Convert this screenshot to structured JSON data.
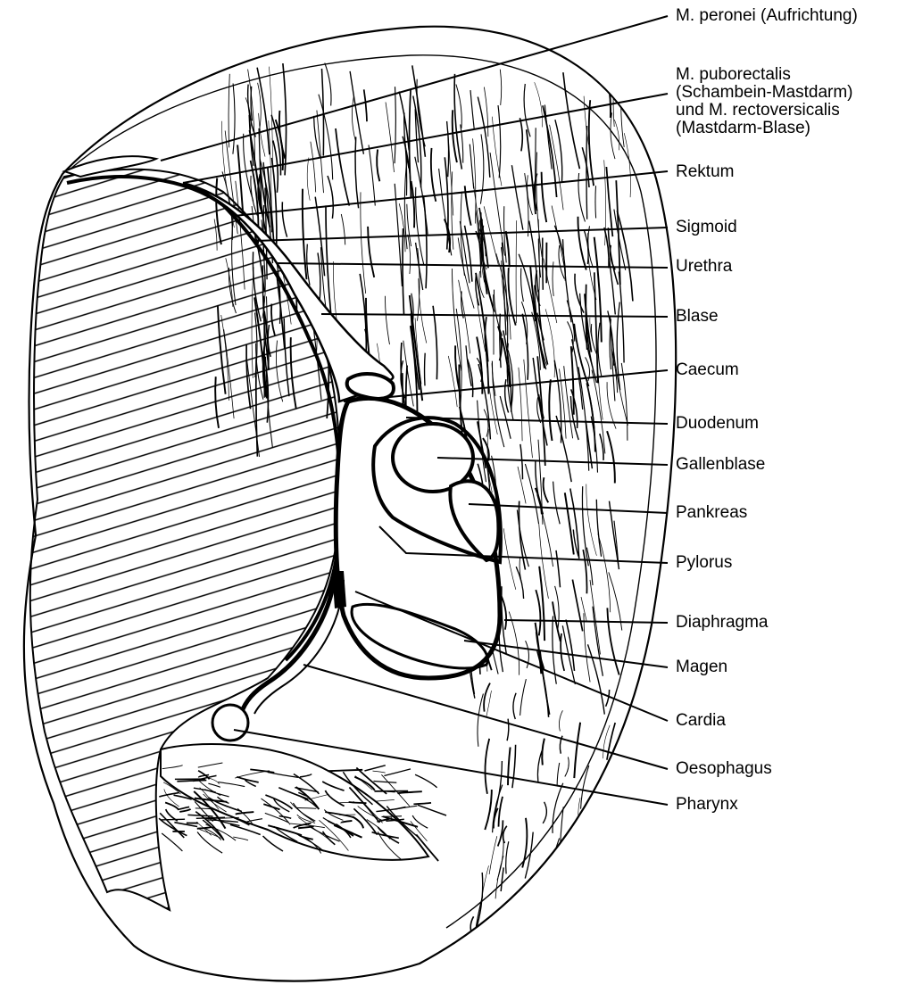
{
  "diagram": {
    "labels": [
      {
        "id": "peronei",
        "lines": [
          "M. peronei (Aufrichtung)"
        ]
      },
      {
        "id": "puborectalis",
        "lines": [
          "M. puborectalis",
          "(Schambein-Mastdarm)",
          "und M. rectoversicalis",
          "(Mastdarm-Blase)"
        ]
      },
      {
        "id": "rektum",
        "lines": [
          "Rektum"
        ]
      },
      {
        "id": "sigmoid",
        "lines": [
          "Sigmoid"
        ]
      },
      {
        "id": "urethra",
        "lines": [
          "Urethra"
        ]
      },
      {
        "id": "blase",
        "lines": [
          "Blase"
        ]
      },
      {
        "id": "caecum",
        "lines": [
          "Caecum"
        ]
      },
      {
        "id": "duodenum",
        "lines": [
          "Duodenum"
        ]
      },
      {
        "id": "gallenblase",
        "lines": [
          "Gallenblase"
        ]
      },
      {
        "id": "pankreas",
        "lines": [
          "Pankreas"
        ]
      },
      {
        "id": "pylorus",
        "lines": [
          "Pylorus"
        ]
      },
      {
        "id": "diaphragma",
        "lines": [
          "Diaphragma"
        ]
      },
      {
        "id": "magen",
        "lines": [
          "Magen"
        ]
      },
      {
        "id": "cardia",
        "lines": [
          "Cardia"
        ]
      },
      {
        "id": "oesophagus",
        "lines": [
          "Oesophagus"
        ]
      },
      {
        "id": "pharynx",
        "lines": [
          "Pharynx"
        ]
      }
    ]
  }
}
